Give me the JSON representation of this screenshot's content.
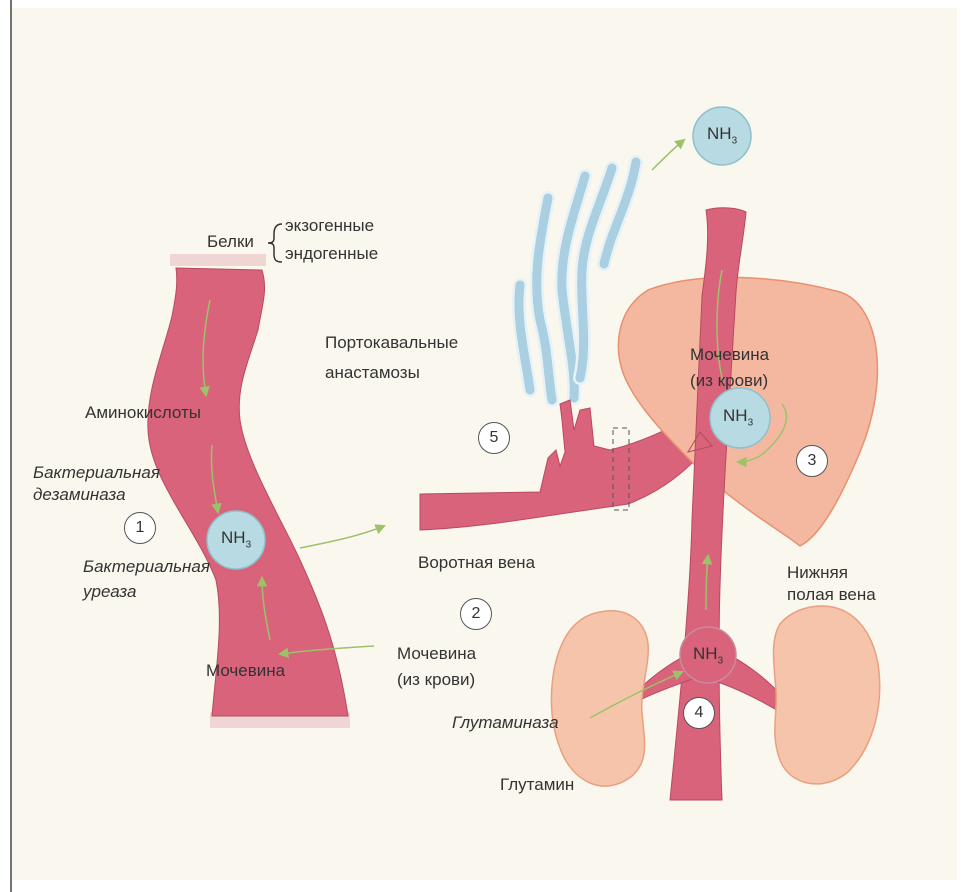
{
  "labels": {
    "proteins": "Белки",
    "exogenous": "экзогенные",
    "endogenous": "эндогенные",
    "amino_acids": "Аминокислоты",
    "bacterial_deaminase_1": "Бактериальная",
    "bacterial_deaminase_2": "дезаминаза",
    "bacterial_urease_1": "Бактериальная",
    "bacterial_urease_2": "уреаза",
    "urea_intestine": "Мочевина",
    "urea_blood_1": "Мочевина",
    "urea_blood_2": "(из крови)",
    "portocaval_1": "Портокавальные",
    "portocaval_2": "анастамозы",
    "portal_vein": "Воротная вена",
    "liver_urea_1": "Мочевина",
    "liver_urea_2": "(из крови)",
    "ivc_1": "Нижняя",
    "ivc_2": "полая вена",
    "glutaminase": "Глутаминаза",
    "glutamine": "Глутамин"
  },
  "nh3": {
    "text": "NH",
    "sub": "3"
  },
  "steps": [
    "1",
    "2",
    "3",
    "4",
    "5"
  ],
  "colors": {
    "vessel": "#d9637a",
    "vessel_stroke": "#b84a60",
    "background": "#faf7ee",
    "liver": "#f4b8a0",
    "liver_stroke": "#e89070",
    "kidney": "#f6c4aa",
    "kidney_stroke": "#e8a080",
    "nh3_fill": "#b8dbe3",
    "nh3_stroke": "#8fbfcc",
    "arrow": "#9cc26a",
    "lung_stroke": "#a9cfe0"
  }
}
